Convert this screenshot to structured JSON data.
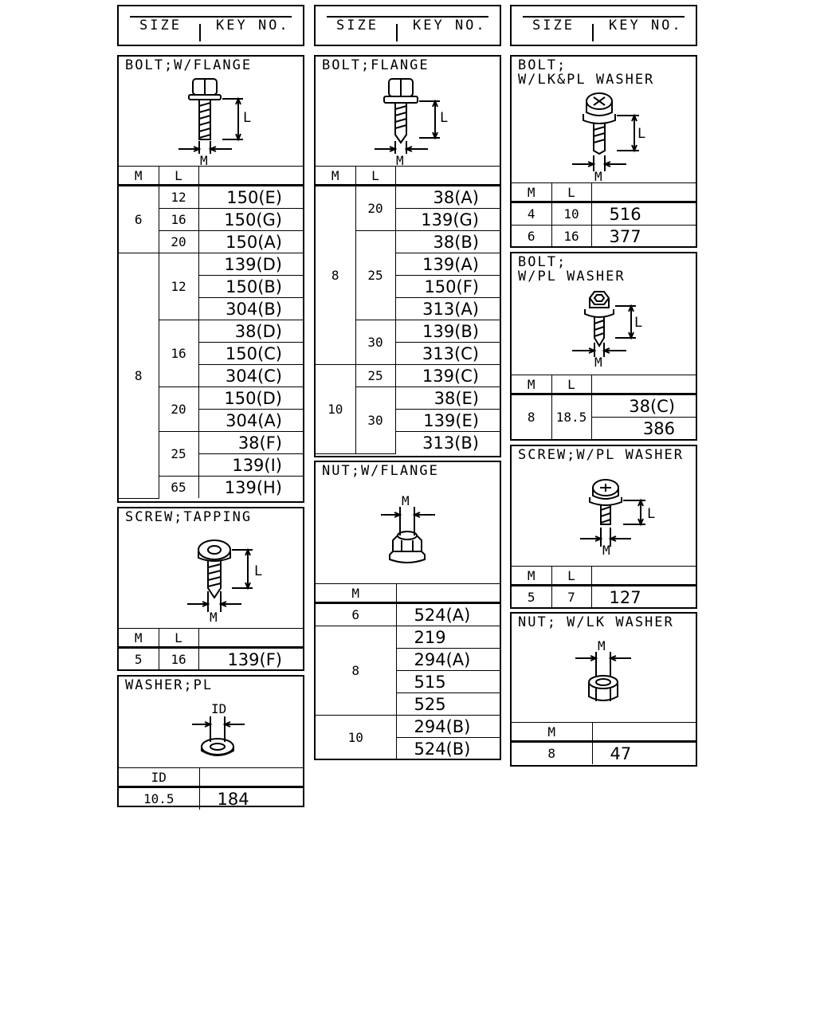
{
  "legend": {
    "size_label": "SIZE",
    "key_label": "KEY NO."
  },
  "bolt_w_flange": {
    "title": "BOLT;W/FLANGE",
    "fig": {
      "l": "L",
      "m": "M"
    },
    "headers": [
      "M",
      "L",
      ""
    ],
    "groups": [
      {
        "m": "6",
        "rows": [
          {
            "l": "12",
            "keys": [
              "150(E)"
            ]
          },
          {
            "l": "16",
            "keys": [
              "150(G)"
            ]
          },
          {
            "l": "20",
            "keys": [
              "150(A)"
            ]
          }
        ]
      },
      {
        "m": "8",
        "rows": [
          {
            "l": "12",
            "keys": [
              "139(D)",
              "150(B)",
              "304(B)"
            ]
          },
          {
            "l": "16",
            "keys": [
              "38(D)",
              "150(C)",
              "304(C)"
            ]
          },
          {
            "l": "20",
            "keys": [
              "150(D)",
              "304(A)"
            ]
          },
          {
            "l": "25",
            "keys": [
              "38(F)",
              "139(I)"
            ]
          },
          {
            "l": "65",
            "keys": [
              "139(H)"
            ]
          }
        ]
      }
    ]
  },
  "bolt_flange": {
    "title": "BOLT;FLANGE",
    "fig": {
      "l": "L",
      "m": "M"
    },
    "headers": [
      "M",
      "L",
      ""
    ],
    "groups": [
      {
        "m": "8",
        "rows": [
          {
            "l": "20",
            "keys": [
              "38(A)",
              "139(G)"
            ]
          },
          {
            "l": "25",
            "keys": [
              "38(B)",
              "139(A)",
              "150(F)",
              "313(A)"
            ]
          },
          {
            "l": "30",
            "keys": [
              "139(B)",
              "313(C)"
            ]
          }
        ]
      },
      {
        "m": "10",
        "rows": [
          {
            "l": "25",
            "keys": [
              "139(C)"
            ]
          },
          {
            "l": "30",
            "keys": [
              "38(E)",
              "139(E)",
              "313(B)"
            ]
          }
        ]
      }
    ]
  },
  "bolt_lk_pl": {
    "title": "BOLT;\nW/LK&PL WASHER",
    "fig": {
      "l": "L",
      "m": "M"
    },
    "headers": [
      "M",
      "L",
      ""
    ],
    "groups": [
      {
        "m": "4",
        "rows": [
          {
            "l": "10",
            "keys": [
              "516"
            ]
          }
        ]
      },
      {
        "m": "6",
        "rows": [
          {
            "l": "16",
            "keys": [
              "377"
            ]
          }
        ]
      }
    ]
  },
  "bolt_pl": {
    "title": "BOLT;\nW/PL WASHER",
    "fig": {
      "l": "L",
      "m": "M"
    },
    "headers": [
      "M",
      "L",
      ""
    ],
    "groups": [
      {
        "m": "8",
        "rows": [
          {
            "l": "18.5",
            "keys": [
              "38(C)",
              "386"
            ]
          }
        ]
      }
    ]
  },
  "screw_tapping": {
    "title": "SCREW;TAPPING",
    "fig": {
      "l": "L",
      "m": "M"
    },
    "headers": [
      "M",
      "L",
      ""
    ],
    "groups": [
      {
        "m": "5",
        "rows": [
          {
            "l": "16",
            "keys": [
              "139(F)"
            ]
          }
        ]
      }
    ]
  },
  "screw_pl": {
    "title": "SCREW;W/PL WASHER",
    "fig": {
      "l": "L",
      "m": "M"
    },
    "headers": [
      "M",
      "L",
      ""
    ],
    "groups": [
      {
        "m": "5",
        "rows": [
          {
            "l": "7",
            "keys": [
              "127"
            ]
          }
        ]
      }
    ]
  },
  "nut_flange": {
    "title": "NUT;W/FLANGE",
    "fig": {
      "m": "M"
    },
    "headers": [
      "M",
      ""
    ],
    "groups": [
      {
        "m": "6",
        "keys": [
          "524(A)"
        ]
      },
      {
        "m": "8",
        "keys": [
          "219",
          "294(A)",
          "515",
          "525"
        ]
      },
      {
        "m": "10",
        "keys": [
          "294(B)",
          "524(B)"
        ]
      }
    ]
  },
  "washer_pl": {
    "title": "WASHER;PL",
    "fig": {
      "id": "ID"
    },
    "headers": [
      "ID",
      ""
    ],
    "groups": [
      {
        "m": "10.5",
        "keys": [
          "184"
        ]
      }
    ]
  },
  "nut_lk": {
    "title": "NUT; W/LK WASHER",
    "fig": {
      "m": "M"
    },
    "headers": [
      "M",
      ""
    ],
    "groups": [
      {
        "m": "8",
        "keys": [
          "47"
        ]
      }
    ]
  }
}
